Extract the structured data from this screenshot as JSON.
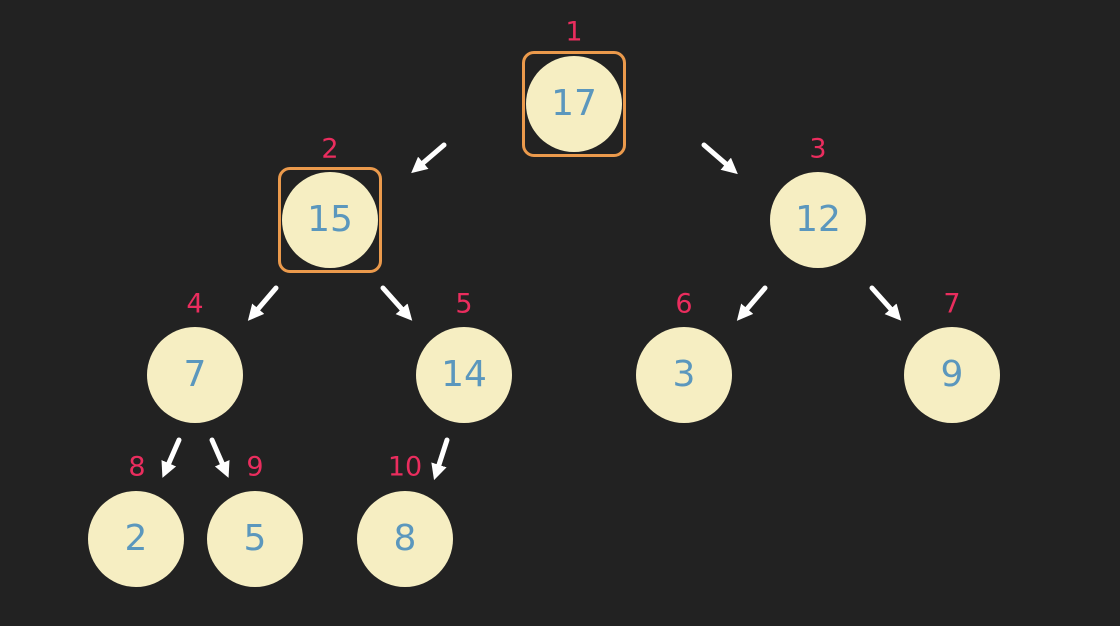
{
  "colors": {
    "background": "#222222",
    "node_fill": "#f6eec2",
    "node_text": "#5b97bd",
    "index_text": "#ea2d5e",
    "highlight": "#eb9a4c",
    "arrow": "#ffffff"
  },
  "nodes": [
    {
      "index": "1",
      "value": "17",
      "highlighted": true
    },
    {
      "index": "2",
      "value": "15",
      "highlighted": true
    },
    {
      "index": "3",
      "value": "12",
      "highlighted": false
    },
    {
      "index": "4",
      "value": "7",
      "highlighted": false
    },
    {
      "index": "5",
      "value": "14",
      "highlighted": false
    },
    {
      "index": "6",
      "value": "3",
      "highlighted": false
    },
    {
      "index": "7",
      "value": "9",
      "highlighted": false
    },
    {
      "index": "8",
      "value": "2",
      "highlighted": false
    },
    {
      "index": "9",
      "value": "5",
      "highlighted": false
    },
    {
      "index": "10",
      "value": "8",
      "highlighted": false
    }
  ],
  "edges": [
    [
      "1",
      "2"
    ],
    [
      "1",
      "3"
    ],
    [
      "2",
      "4"
    ],
    [
      "2",
      "5"
    ],
    [
      "3",
      "6"
    ],
    [
      "3",
      "7"
    ],
    [
      "4",
      "8"
    ],
    [
      "4",
      "9"
    ],
    [
      "5",
      "10"
    ]
  ]
}
